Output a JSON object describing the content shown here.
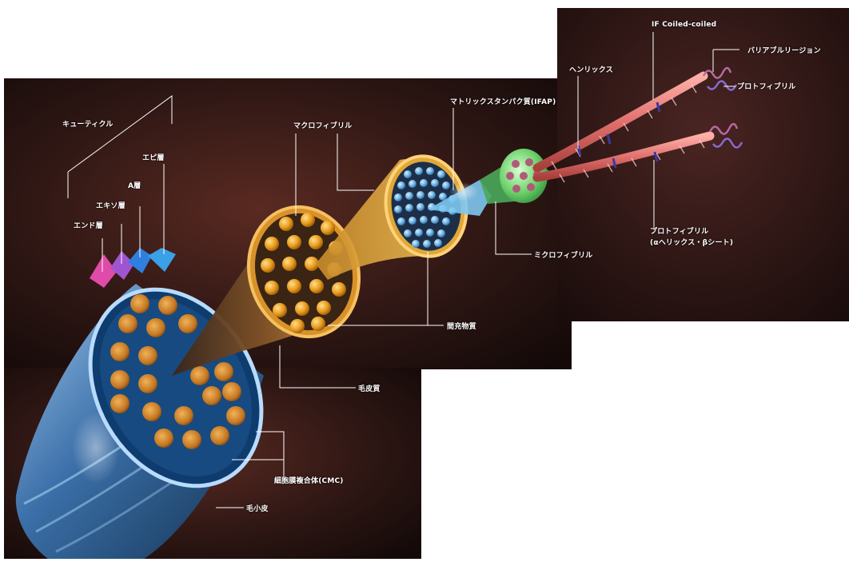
{
  "diagram": {
    "title": "",
    "labels": {
      "cuticle": "キューティクル",
      "epi": "エピ層",
      "a_layer": "A層",
      "exo": "エキソ層",
      "endo": "エンド層",
      "macrofibril": "マクロフィブリル",
      "ifap": "マトリックスタンパク質(IFAP)",
      "henrix": "ヘンリックス",
      "if_coiled": "IF Coiled-coiled",
      "variable_region": "バリアブルリージョン",
      "protofibril_top": "プロトフィブリル",
      "protofibril_mid_1": "プロトフィブリル",
      "protofibril_mid_2": "(αヘリックス・βシート)",
      "microfibril": "ミクロフィブリル",
      "matrix": "間充物質",
      "cortex": "毛皮質",
      "cmc": "細胞膜複合体(CMC)",
      "medulla": "毛小皮"
    },
    "colors": {
      "background": "#2a1714",
      "cuticle_blue": "#3a7fc4",
      "endo_pink": "#e04aa8",
      "macrofibril_orange": "#e8a020",
      "microfibril_blue": "#6fb0e0",
      "ifap_green": "#5fc860",
      "protofibril_red": "#e07a7a",
      "label_white": "#ffffff"
    }
  }
}
